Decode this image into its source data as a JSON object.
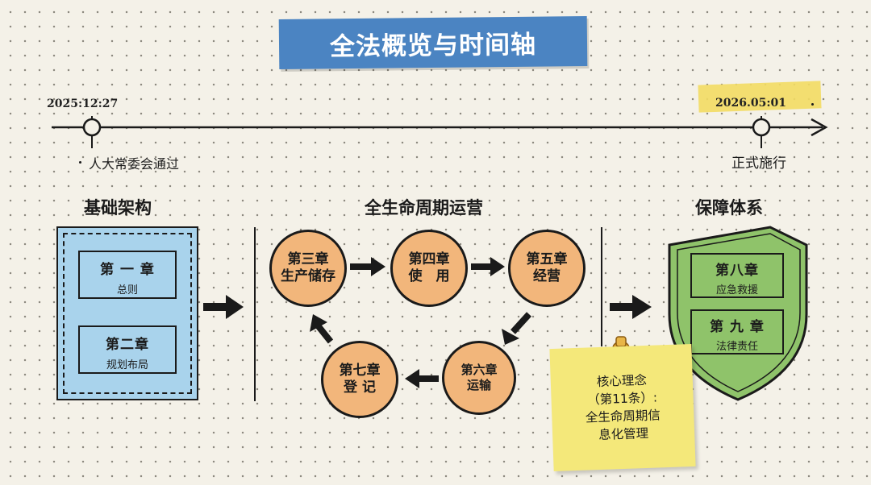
{
  "title": "全法概览与时间轴",
  "timeline": {
    "start_date": "2025:12:27",
    "start_event": "人大常委会通过",
    "end_date": "2026.05:01",
    "end_event": "正式施行"
  },
  "sections": {
    "foundation": {
      "title": "基础架构",
      "chapters": [
        {
          "chapter": "第 一 章",
          "subtitle": "总则"
        },
        {
          "chapter": "第二章",
          "subtitle": "规划布局"
        }
      ]
    },
    "lifecycle": {
      "title": "全生命周期运营",
      "steps": [
        {
          "line1": "第三章",
          "line2": "生产储存"
        },
        {
          "line1": "第四章",
          "line2": "使　用"
        },
        {
          "line1": "第五章",
          "line2": "经营"
        },
        {
          "line1": "第六章",
          "line2": "运输"
        },
        {
          "line1": "第七章",
          "line2": "登 记"
        }
      ]
    },
    "safeguard": {
      "title": "保障体系",
      "chapters": [
        {
          "chapter": "第八章",
          "subtitle": "应急救援"
        },
        {
          "chapter": "第 九 章",
          "subtitle": "法律责任"
        }
      ]
    }
  },
  "note": {
    "lines": [
      "核心理念",
      "（第11条）:",
      "全生命周期信",
      "息化管理"
    ]
  },
  "colors": {
    "title_banner": "#4b84c2",
    "foundation_fill": "#a9d3ec",
    "lifecycle_fill": "#f2b67b",
    "safeguard_fill": "#8fc36a",
    "note_fill": "#f4e87a",
    "date_highlight": "#f3dc63"
  }
}
